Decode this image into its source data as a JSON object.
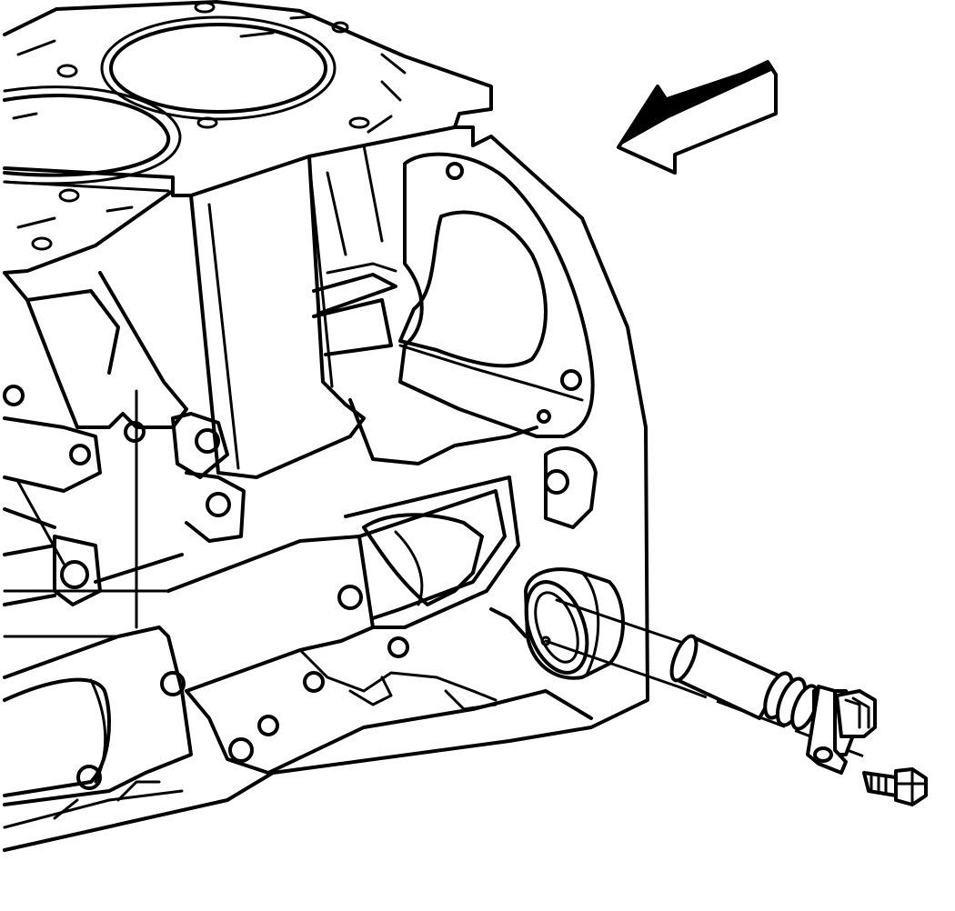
{
  "figure": {
    "description_kind": "line-art technical illustration",
    "colors": {
      "ink": "#000000",
      "paper": "#ffffff"
    },
    "components": [
      {
        "id": "engine-block",
        "icon": "engine-block"
      },
      {
        "id": "mounting-boss",
        "icon": "bore-boss"
      },
      {
        "id": "sensor",
        "icon": "sensor"
      },
      {
        "id": "retaining-bolt",
        "icon": "bolt"
      },
      {
        "id": "view-arrow",
        "icon": "direction-arrow"
      }
    ]
  }
}
